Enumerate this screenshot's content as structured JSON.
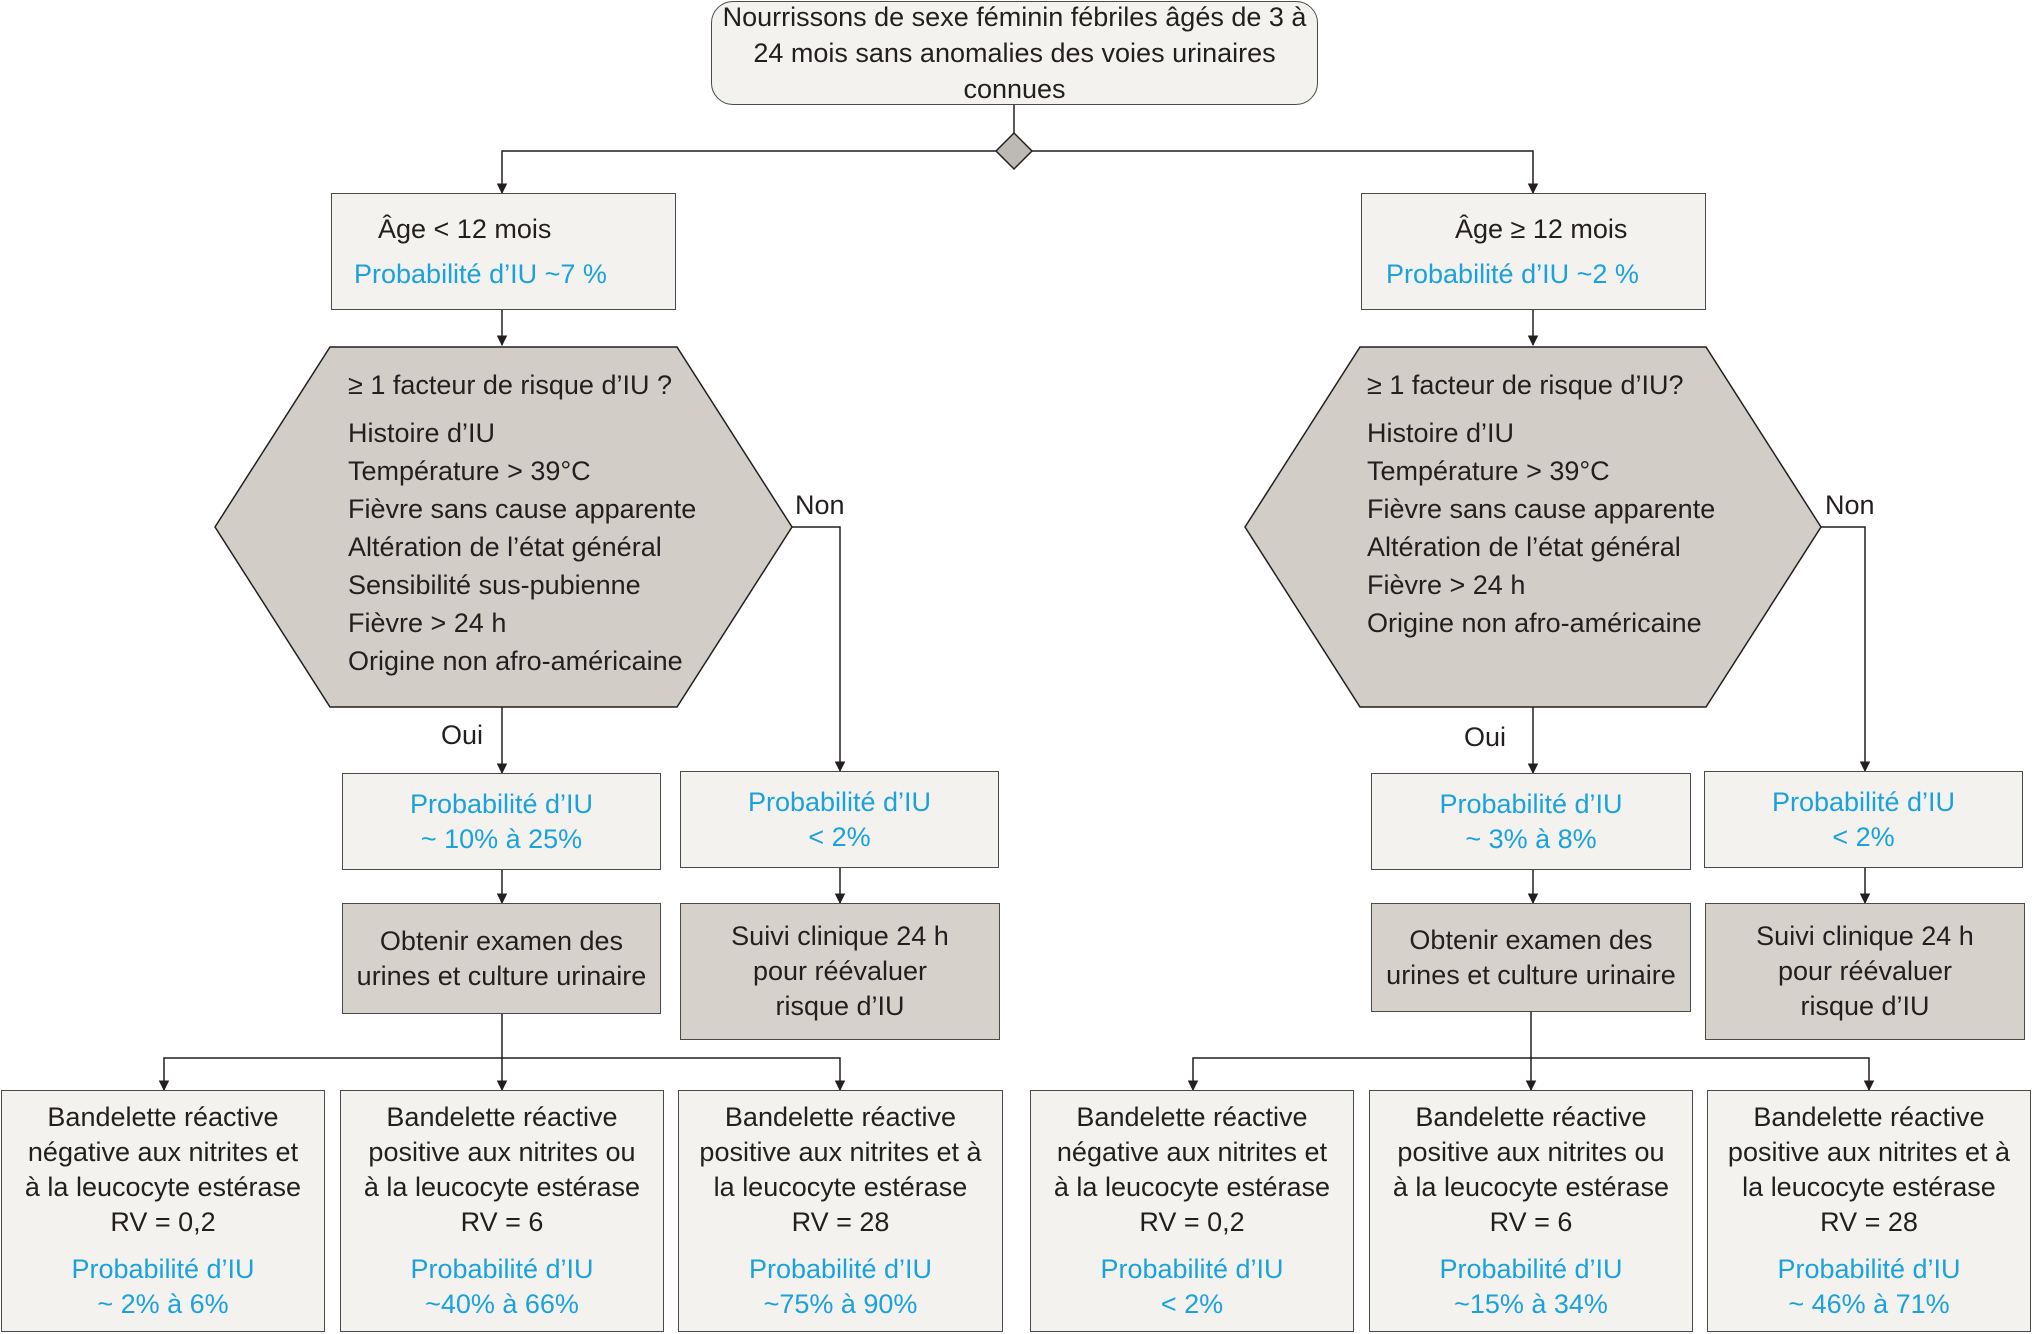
{
  "root": {
    "line1": "Nourrissons de sexe féminin fébriles âgés de 3  à",
    "line2": "24 mois sans anomalies des voies urinaires connues"
  },
  "left": {
    "age": {
      "title": "Âge < 12 mois",
      "prob": "Probabilité d’IU ~7 %"
    },
    "risk": {
      "question": "≥ 1 facteur de risque d’IU ?",
      "factors": [
        "Histoire d’IU",
        "Température > 39°C",
        "Fièvre sans cause apparente",
        "Altération de l’état général",
        "Sensibilité sus-pubienne",
        "Fièvre > 24 h",
        "Origine non afro-américaine"
      ]
    },
    "yes_label": "Oui",
    "no_label": "Non",
    "yes_prob": {
      "line1": "Probabilité d’IU",
      "line2": "~ 10% à 25%"
    },
    "no_prob": {
      "line1": "Probabilité d’IU",
      "line2": "< 2%"
    },
    "exam": {
      "line1": "Obtenir examen des",
      "line2": "urines et culture urinaire"
    },
    "followup": {
      "line1": "Suivi clinique 24 h",
      "line2": "pour réévaluer",
      "line3": "risque d’IU"
    },
    "results": [
      {
        "l1": "Bandelette réactive",
        "l2": "négative aux nitrites et",
        "l3": "à la leucocyte estérase",
        "rv": "RV = 0,2",
        "p1": "Probabilité d’IU",
        "p2": "~ 2% à 6%"
      },
      {
        "l1": "Bandelette réactive",
        "l2": "positive aux nitrites ou",
        "l3": "à la leucocyte estérase",
        "rv": "RV = 6",
        "p1": "Probabilité d’IU",
        "p2": "~40% à 66%"
      },
      {
        "l1": "Bandelette réactive",
        "l2": "positive aux nitrites et à",
        "l3": "la leucocyte estérase",
        "rv": "RV = 28",
        "p1": "Probabilité d’IU",
        "p2": "~75% à 90%"
      }
    ]
  },
  "right": {
    "age": {
      "title": "Âge ≥ 12 mois",
      "prob": "Probabilité d’IU ~2 %"
    },
    "risk": {
      "question": "≥ 1 facteur de risque d’IU?",
      "factors": [
        "Histoire d’IU",
        "Température > 39°C",
        "Fièvre sans cause apparente",
        "Altération de l’état général",
        "Fièvre > 24 h",
        "Origine non afro-américaine"
      ]
    },
    "yes_label": "Oui",
    "no_label": "Non",
    "yes_prob": {
      "line1": "Probabilité d’IU",
      "line2": "~ 3% à 8%"
    },
    "no_prob": {
      "line1": "Probabilité d’IU",
      "line2": "< 2%"
    },
    "exam": {
      "line1": "Obtenir examen des",
      "line2": "urines et culture urinaire"
    },
    "followup": {
      "line1": "Suivi clinique 24 h",
      "line2": "pour réévaluer",
      "line3": "risque d’IU"
    },
    "results": [
      {
        "l1": "Bandelette réactive",
        "l2": "négative aux nitrites et",
        "l3": "à la leucocyte estérase",
        "rv": "RV = 0,2",
        "p1": "Probabilité d’IU",
        "p2": "< 2%"
      },
      {
        "l1": "Bandelette réactive",
        "l2": "positive aux nitrites ou",
        "l3": "à la leucocyte estérase",
        "rv": "RV = 6",
        "p1": "Probabilité d’IU",
        "p2": "~15% à 34%"
      },
      {
        "l1": "Bandelette réactive",
        "l2": "positive aux nitrites et à",
        "l3": "la leucocyte estérase",
        "rv": "RV = 28",
        "p1": "Probabilité d’IU",
        "p2": "~ 46% à 71%"
      }
    ]
  },
  "colors": {
    "accent_blue": "#1ba2dd",
    "box_light": "#f3f2ee",
    "box_dark": "#d6d2cb",
    "hexagon": "#d2cec7"
  }
}
